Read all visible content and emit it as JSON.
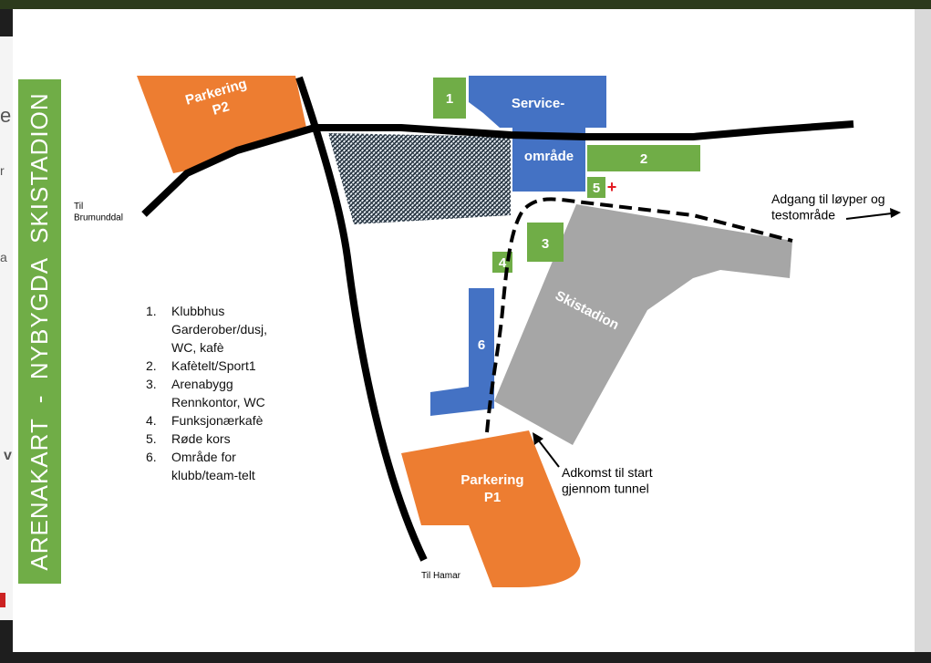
{
  "title": "ARENAKART  -  NYBYGDA  SKISTADION",
  "background_fragments": [
    "e",
    "r",
    "a",
    "v"
  ],
  "areas": {
    "parking_p2": "Parkering\nP2",
    "parking_p1": "Parkering\nP1",
    "service_top": "Service-",
    "service_bottom": "område",
    "stadium": "Skistadion",
    "hatched": ""
  },
  "markers": {
    "m1": "1",
    "m2": "2",
    "m3": "3",
    "m4": "4",
    "m5": "5",
    "m6": "6"
  },
  "road_labels": {
    "west": "Til\nBrumunddal",
    "south": "Til Hamar"
  },
  "annotations": {
    "trails": "Adgang til løyper og\ntestområde",
    "tunnel": "Adkomst til start\ngjennom tunnel"
  },
  "red_cross": "+",
  "legend": [
    {
      "num": "1.",
      "text": "Klubbhus\nGarderober/dusj,\nWC, kafè"
    },
    {
      "num": "2.",
      "text": "Kafètelt/Sport1"
    },
    {
      "num": "3.",
      "text": "Arenabygg\nRennkontor, WC"
    },
    {
      "num": "4.",
      "text": "Funksjonærkafè"
    },
    {
      "num": "5.",
      "text": "Røde kors"
    },
    {
      "num": "6.",
      "text": "Område for\nklubb/team-telt"
    }
  ],
  "colors": {
    "parking": "#ed7d31",
    "service": "#4472c4",
    "marker": "#70ad47",
    "stadium": "#a6a6a6",
    "road": "#000000",
    "red_cross": "#e31b23"
  }
}
